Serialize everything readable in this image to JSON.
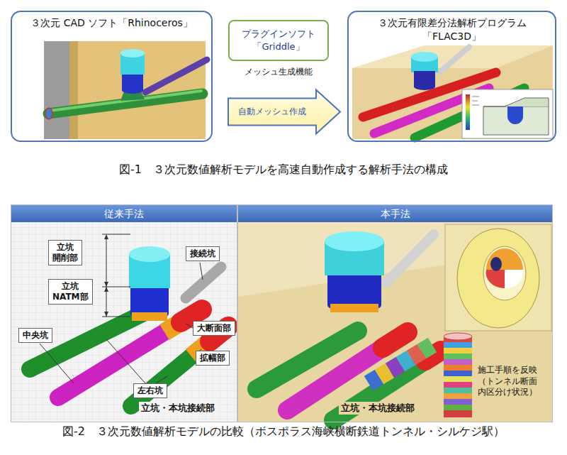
{
  "diagram": {
    "caption": "図-2　３次元数値解析モデルの比較（ボスポラス海峡横断鉄道トンネル・シルケジ駅）",
    "nodes": [
      {
        "text": [
          "３次元 CAD ソフト「Rhinoceros」"
        ]
      },
      {
        "text": [
          "プラグインソフト 「Griddle」"
        ]
      },
      {
        "text": [
          "３次元有限差分法解析プログラム 「FLAC3D」"
        ]
      },
      {
        "text": [
          "従来手法"
        ]
      },
      {
        "text": [
          "本手法"
        ]
      },
      {
        "text": [
          "立坑 開削部"
        ],
        "in": 3
      },
      {
        "text": [
          "立坑 NATM部"
        ],
        "in": 3
      },
      {
        "text": [
          "接続坑"
        ],
        "in": 3
      },
      {
        "text": [
          "大断面部"
        ],
        "in": 3
      },
      {
        "text": [
          "拡幅部"
        ],
        "in": 3
      },
      {
        "text": [
          "中央坑"
        ],
        "in": 3
      },
      {
        "text": [
          "左右坑"
        ],
        "in": 3
      }
    ],
    "edges": [
      {
        "from": 0,
        "to": 2,
        "arrow": "to",
        "label": "自動メッシュ作成"
      }
    ],
    "labels": [
      "メッシュ生成機能",
      "図-1　３次元数値解析モデルを高速自動作成する解析手法の構成",
      "立坑・本坑接続部",
      "立坑・本坑接続部",
      "施工手順を反映 （トンネル断面 内区分け状況）"
    ]
  }
}
